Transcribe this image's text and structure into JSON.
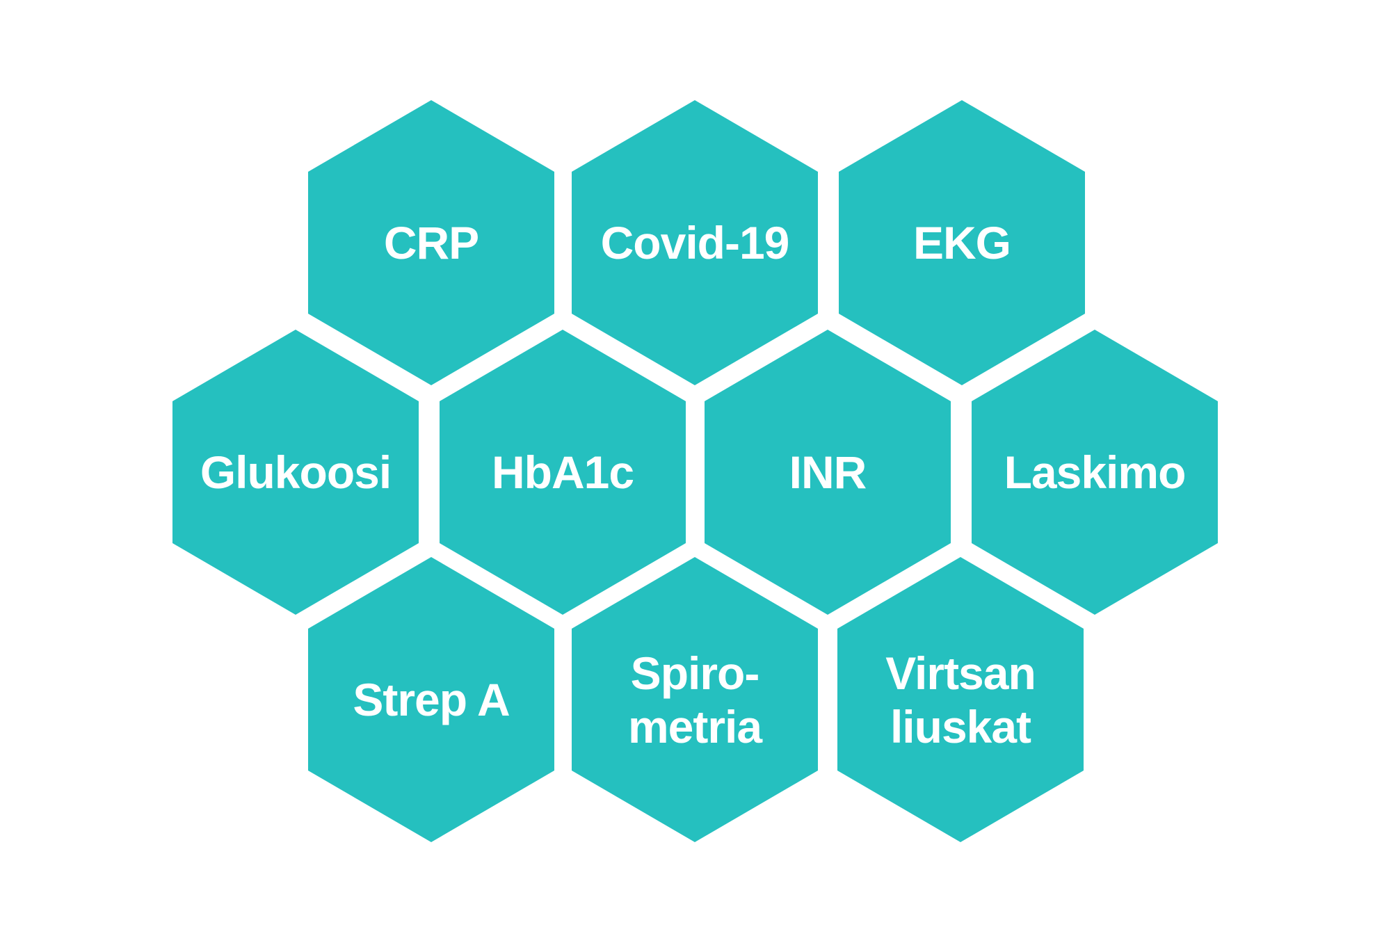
{
  "diagram": {
    "type": "hexagon-grid",
    "background": "#ffffff",
    "gradient": {
      "from": "#25c0bf",
      "to": "#6dc6da",
      "direction": "left-to-right"
    },
    "text_color": "#ffffff",
    "rows": [
      {
        "row": 1,
        "cells": [
          {
            "id": "crp",
            "lines": [
              "CRP"
            ]
          },
          {
            "id": "covid-19",
            "lines": [
              "Covid-19"
            ]
          },
          {
            "id": "ekg",
            "lines": [
              "EKG"
            ]
          }
        ]
      },
      {
        "row": 2,
        "cells": [
          {
            "id": "glukoosi",
            "lines": [
              "Glukoosi"
            ]
          },
          {
            "id": "hba1c",
            "lines": [
              "HbA1c"
            ]
          },
          {
            "id": "inr",
            "lines": [
              "INR"
            ]
          },
          {
            "id": "laskimo",
            "lines": [
              "Laskimo"
            ]
          }
        ]
      },
      {
        "row": 3,
        "cells": [
          {
            "id": "strep-a",
            "lines": [
              "Strep A"
            ]
          },
          {
            "id": "spirometria",
            "lines": [
              "Spiro-",
              "metria"
            ]
          },
          {
            "id": "virtsan-liuskat",
            "lines": [
              "Virtsan",
              "liuskat"
            ]
          }
        ]
      }
    ]
  }
}
